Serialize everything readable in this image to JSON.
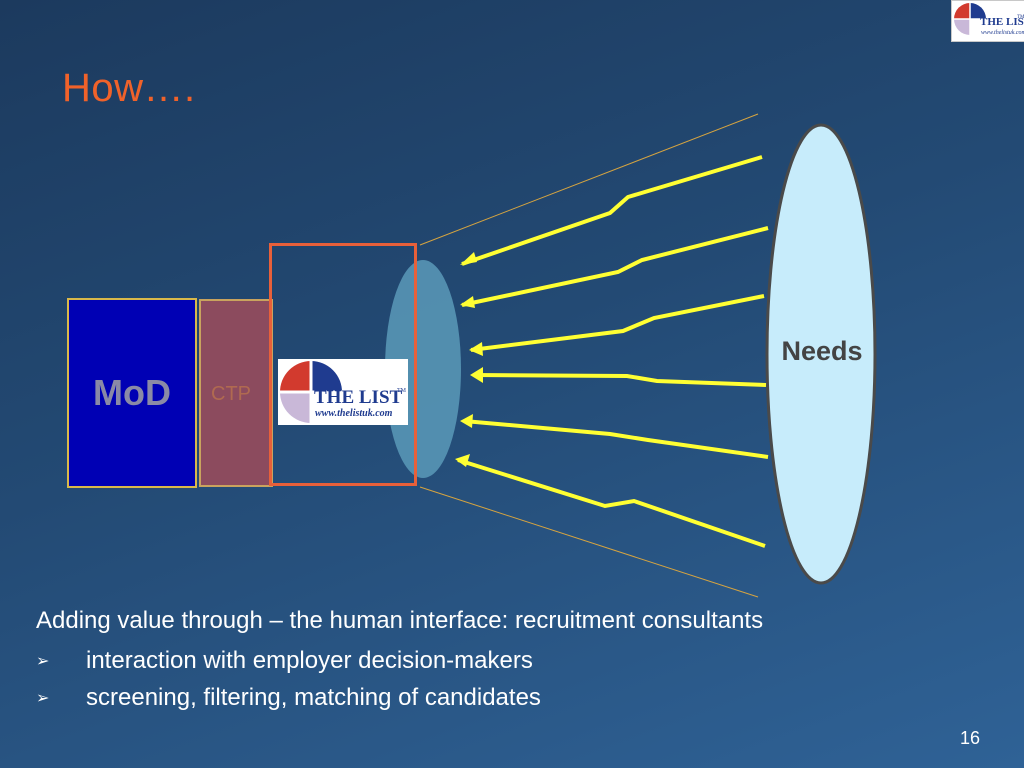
{
  "slide": {
    "title": "How….",
    "page_number": "16"
  },
  "logo": {
    "name": "THE LIST",
    "trademark": "™",
    "url": "www.thelistuk.com"
  },
  "diagram": {
    "mod_label": "MoD",
    "ctp_label": "CTP",
    "needs_label": "Needs",
    "colors": {
      "mod_fill": "#0000b4",
      "ctp_fill": "#8c4b5e",
      "list_frame": "#e8603a",
      "lens_fill": "#5a9ab8",
      "needs_fill": "#c7ecfb",
      "arrows": "#ffff33"
    }
  },
  "body": {
    "intro": "Adding value through – the human interface: recruitment consultants",
    "bullets": [
      "interaction with employer decision-makers",
      "screening, filtering, matching of candidates"
    ]
  }
}
